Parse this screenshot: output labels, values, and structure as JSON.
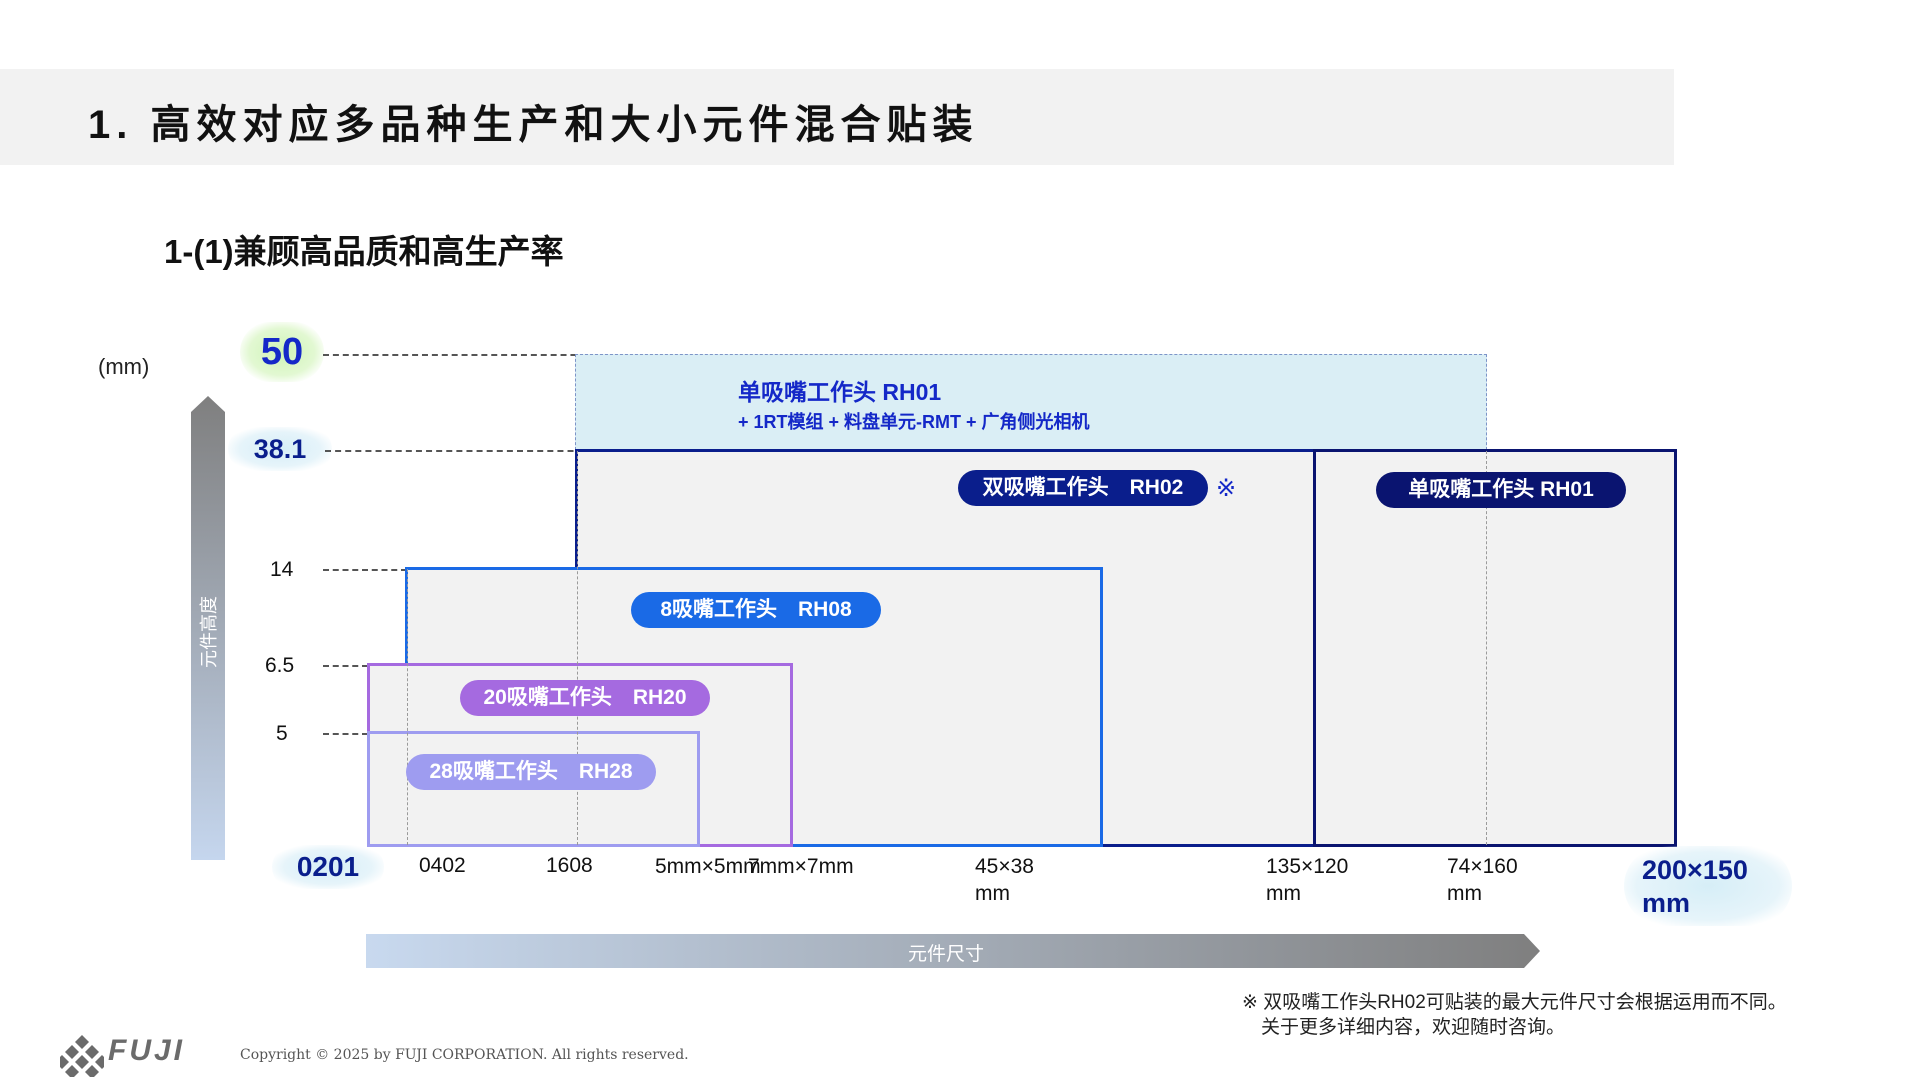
{
  "header": {
    "title": "1. 高效对应多品种生产和大小元件混合贴装"
  },
  "section": {
    "subtitle": "1-(1)兼顾高品质和高生产率"
  },
  "chart": {
    "unit_label": "(mm)",
    "y_axis_label": "元件高度",
    "x_axis_label": "元件尺寸",
    "y_labels": {
      "max": "50",
      "v38": "38.1",
      "v14": "14",
      "v65": "6.5",
      "v5": "5"
    },
    "x_labels": {
      "min": "0201",
      "x0402": "0402",
      "x1608": "1608",
      "x5": "5mm×5mm",
      "x7": "7mm×7mm",
      "x45": "45×38\nmm",
      "x135": "135×120\nmm",
      "x74": "74×160\nmm",
      "max": "200×150\nmm"
    },
    "heads": {
      "rh01_top_title": "单吸嘴工作头 RH01",
      "rh01_top_sub": "+ 1RT模组 + 料盘单元-RMT + 广角侧光相机",
      "rh02": "双吸嘴工作头　RH02",
      "rh02_mark": "※",
      "rh01_right": "单吸嘴工作头 RH01",
      "rh08": "8吸嘴工作头　RH08",
      "rh20": "20吸嘴工作头　RH20",
      "rh28": "28吸嘴工作头　RH28"
    },
    "colors": {
      "rh01_light": "#daeef5",
      "rh02_navy": "#0a1e8c",
      "rh01_navy": "#0a1470",
      "rh08_blue": "#1a6ae6",
      "rh20_purple": "#a56ae0",
      "rh28_lavender": "#9e9cf0"
    }
  },
  "footnote": "※ 双吸嘴工作头RH02可贴装的最大元件尺寸会根据运用而不同。\n　关于更多详细内容，欢迎随时咨询。",
  "footer": {
    "logo_text": "FUJI",
    "copyright": "Copyright © 2025 by FUJI CORPORATION. All rights reserved."
  }
}
